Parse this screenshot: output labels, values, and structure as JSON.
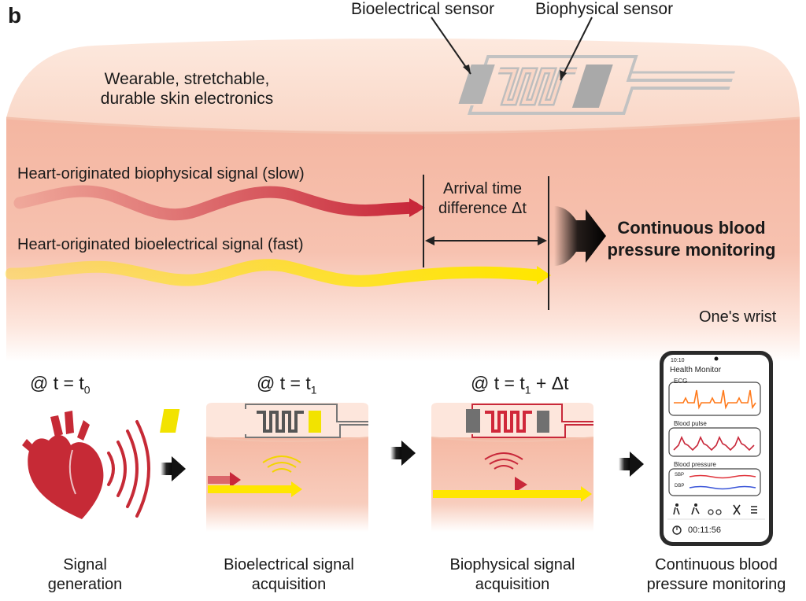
{
  "panel_label": "b",
  "top": {
    "bioelectrical_sensor": "Bioelectrical sensor",
    "biophysical_sensor": "Biophysical sensor",
    "skin_description": "Wearable, stretchable, durable skin electronics"
  },
  "signals": {
    "biophysical": "Heart-originated biophysical signal (slow)",
    "bioelectrical": "Heart-originated bioelectrical signal (fast)",
    "arrival_time": "Arrival time difference Δt",
    "outcome": "Continuous blood pressure monitoring",
    "location": "One's wrist"
  },
  "timeline": {
    "t0_prefix": "@ t = t",
    "t0_sub": "0",
    "t1_prefix": "@ t = t",
    "t1_sub": "1",
    "t2_prefix": "@ t = t",
    "t2_sub": "1",
    "t2_suffix": "+ Δt"
  },
  "stages": [
    {
      "label": "Signal generation"
    },
    {
      "label": "Bioelectrical signal acquisition"
    },
    {
      "label": "Biophysical signal acquisition"
    },
    {
      "label": "Continuous blood pressure monitoring"
    }
  ],
  "phone": {
    "status_time": "10:10",
    "app_title": "Health Monitor",
    "ecg_label": "ECG",
    "pulse_label": "Blood pulse",
    "bp_label": "Blood pressure",
    "sbp": "SBP",
    "dbp": "DBP",
    "timer": "00:11:56"
  },
  "colors": {
    "skin_top": "#fce6da",
    "skin_body": "#f6b9a5",
    "biophysical": "#c8283a",
    "bioelectrical": "#ffe600",
    "heart": "#c62a36",
    "ecg": "#ff7a1c",
    "sbp": "#e0343c",
    "dbp": "#3a55d8"
  }
}
